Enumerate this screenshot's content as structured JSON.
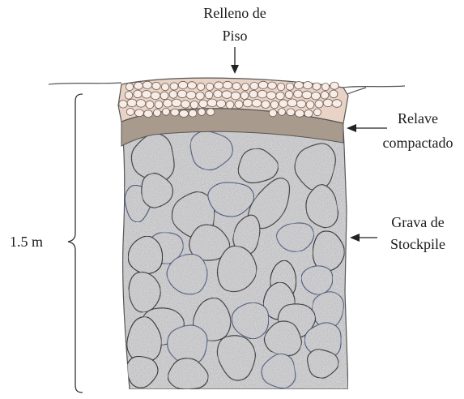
{
  "labels": {
    "floor_fill_line1": "Relleno de",
    "floor_fill_line2": "Piso",
    "tailings_line1": "Relave",
    "tailings_line2": "compactado",
    "gravel_line1": "Grava de",
    "gravel_line2": "Stockpile",
    "depth": "1.5 m"
  },
  "colors": {
    "floor_fill": "#e8d3c6",
    "tailings": "#a89a8c",
    "gravel_matrix": "#d2d2d4",
    "stone_outline_dark": "#2a2a2a",
    "stone_outline_blue": "#4a5a80",
    "line": "#333333"
  }
}
